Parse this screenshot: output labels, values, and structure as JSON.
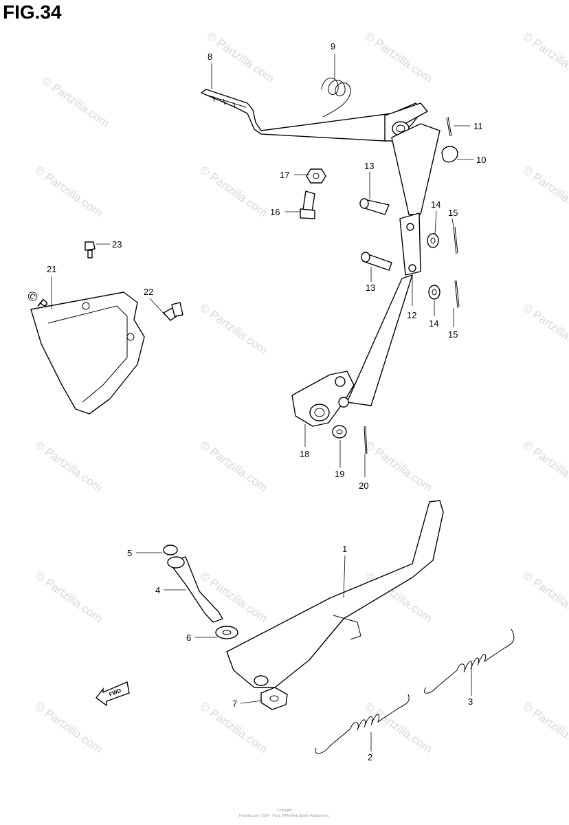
{
  "figure": {
    "title": "FIG.34"
  },
  "watermark": {
    "text": "Partzilla.com",
    "symbol": "©",
    "main_text": "© Partzilla.com"
  },
  "callouts": [
    "1",
    "2",
    "3",
    "4",
    "5",
    "6",
    "7",
    "8",
    "9",
    "10",
    "11",
    "12",
    "13",
    "13",
    "14",
    "14",
    "15",
    "15",
    "16",
    "17",
    "18",
    "19",
    "20",
    "21",
    "22",
    "23"
  ],
  "direction_badge": {
    "label": "FWD"
  },
  "footer": {
    "line1": "Copyright",
    "line2": "Partzilla.com / 2024 - Parts, RPM Web Sports Products Inc."
  }
}
